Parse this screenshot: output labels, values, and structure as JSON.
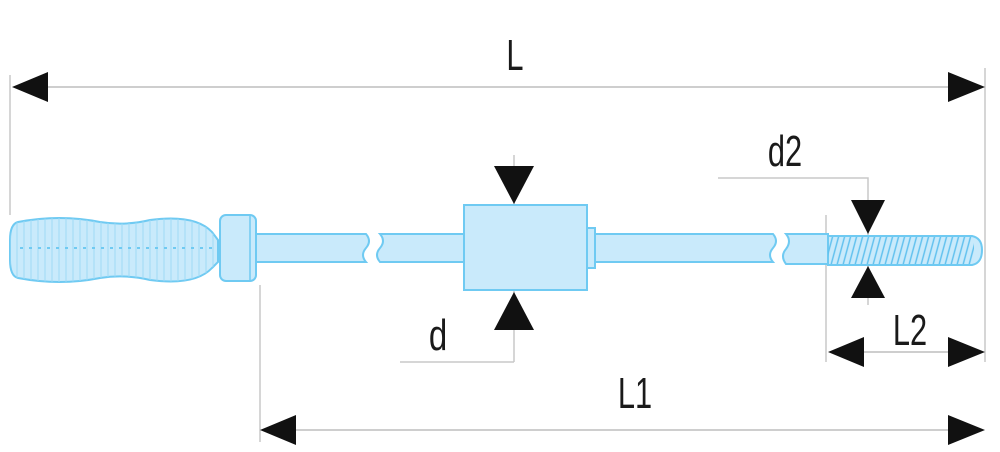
{
  "dimensions": {
    "overall_length": "L",
    "length_to_tip": "L1",
    "thread_length": "L2",
    "weight_diameter": "d",
    "thread_diameter": "d2"
  },
  "colors": {
    "part_fill": "#c9eafb",
    "part_stroke": "#6fcaf2",
    "arrows": "#111111",
    "lines": "#c8c8c8"
  }
}
